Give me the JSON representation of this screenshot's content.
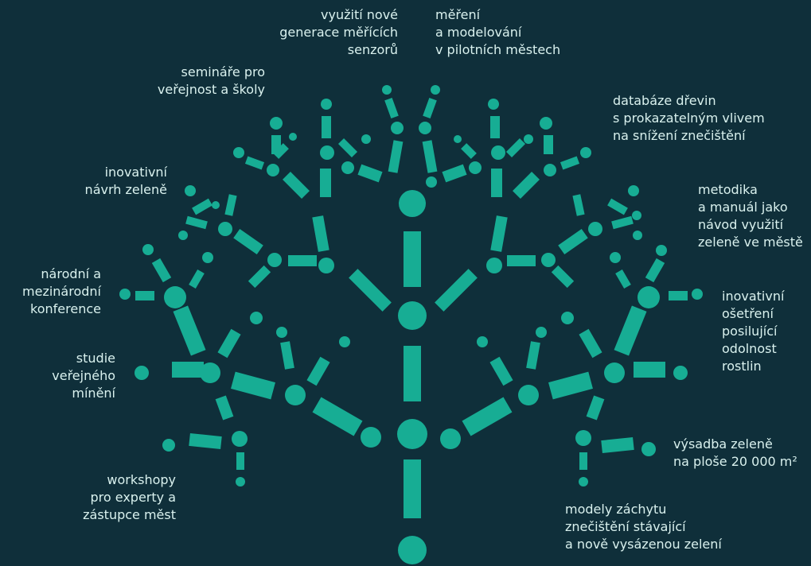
{
  "colors": {
    "background": "#0f2f3a",
    "tree": "#17ad94",
    "text": "#d9f1ee"
  },
  "labels": {
    "senzory": "využití nové\ngenerace měřících\nsenzorů",
    "mereni": "měření\na modelování\nv pilotních městech",
    "seminare": "semináře pro\nveřejnost a školy",
    "databaze": "databáze dřevin\ns prokazatelným vlivem\nna snížení znečištění",
    "navrh": "inovativní\nnávrh zeleně",
    "metodika": "metodika\na manuál jako\nnávod využití\nzeleně ve městě",
    "konference": "národní a\nmezinárodní\nkonference",
    "osetreni": "inovativní\nošetření\nposilující\nodolnost\nrostlin",
    "studie": "studie\nveřejného\nmínění",
    "vysadba": "výsadba zeleně\nna ploše 20 000 m²",
    "workshopy": "workshopy\npro experty a\nzástupce měst",
    "modely": "modely záchytu\nznečištění stávající\na nově vysázenou zelení"
  }
}
